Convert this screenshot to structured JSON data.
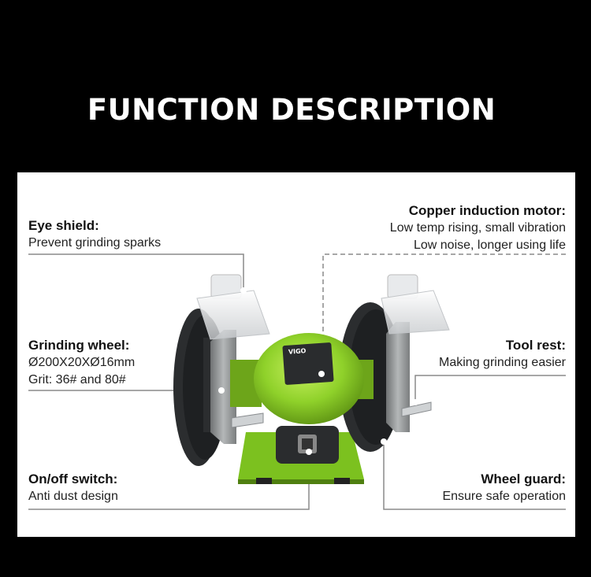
{
  "title": "FUNCTION DESCRIPTION",
  "brand_text": "VIGO",
  "colors": {
    "body_green": "#8fd12a",
    "base_green": "#7cc11f",
    "wheel_dark": "#2b2d2f",
    "stone_gray": "#9a9d9e"
  },
  "callouts": [
    {
      "id": "eye-shield",
      "heading": "Eye shield:",
      "lines": [
        "Prevent grinding sparks"
      ]
    },
    {
      "id": "copper-motor",
      "heading": "Copper induction motor:",
      "lines": [
        "Low temp rising, small vibration",
        "Low noise, longer using life"
      ]
    },
    {
      "id": "grinding-wheel",
      "heading": "Grinding wheel:",
      "lines": [
        "Ø200X20XØ16mm",
        "Grit: 36# and 80#"
      ]
    },
    {
      "id": "tool-rest",
      "heading": "Tool rest:",
      "lines": [
        "Making grinding easier"
      ]
    },
    {
      "id": "onoff-switch",
      "heading": "On/off switch:",
      "lines": [
        "Anti dust design"
      ]
    },
    {
      "id": "wheel-guard",
      "heading": "Wheel guard:",
      "lines": [
        "Ensure safe operation"
      ]
    }
  ]
}
